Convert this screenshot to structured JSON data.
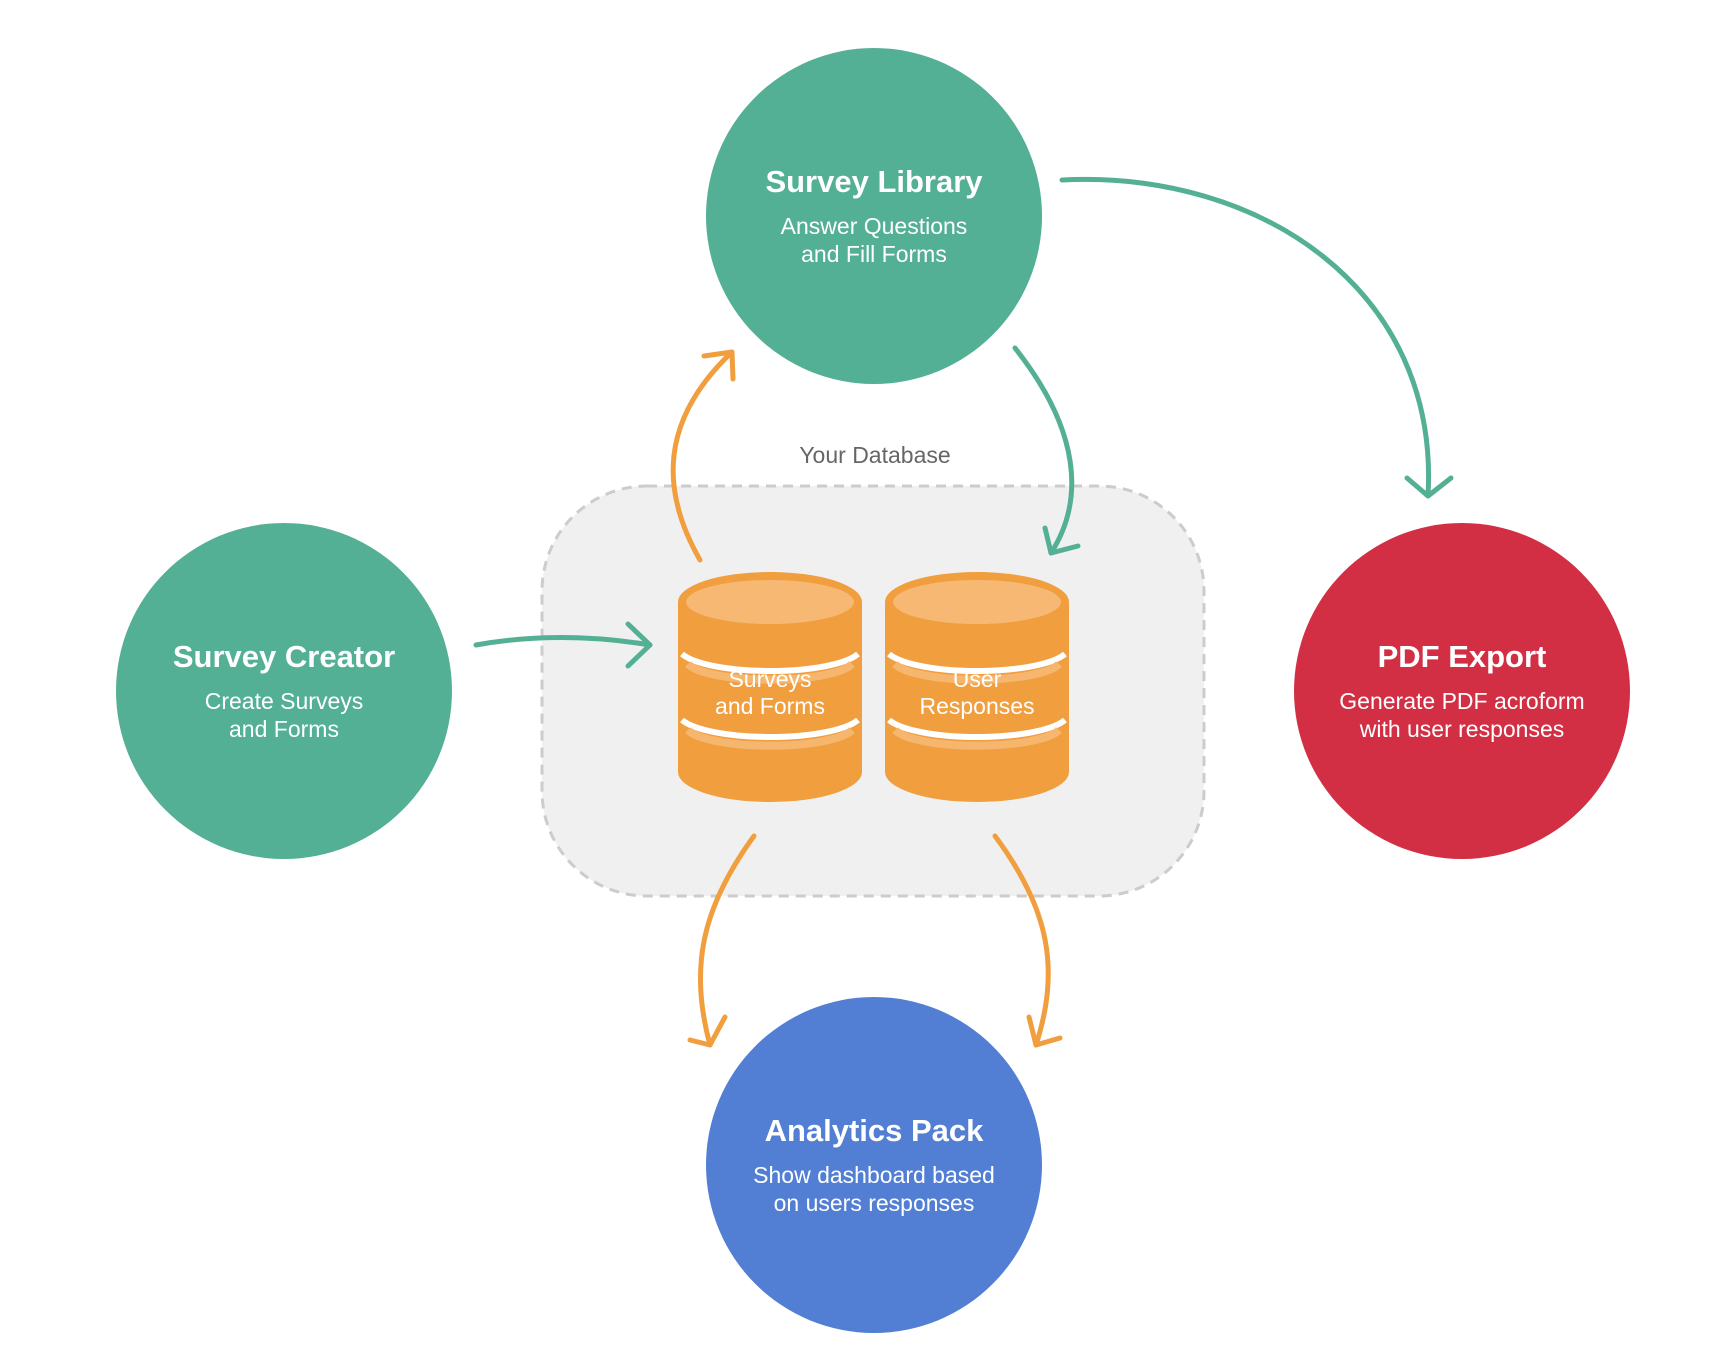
{
  "colors": {
    "teal": "#54b095",
    "red": "#d22f44",
    "blue": "#527fd4",
    "orange": "#f09e3e",
    "orange_light": "#f6b873",
    "db_area_fill": "#f0f0f0",
    "db_area_border": "#cccccc",
    "muted_text": "#666666"
  },
  "database_area": {
    "label": "Your Database"
  },
  "nodes": {
    "survey_library": {
      "title": "Survey Library",
      "description": "Answer Questions\nand Fill Forms"
    },
    "survey_creator": {
      "title": "Survey Creator",
      "description": "Create Surveys\nand Forms"
    },
    "pdf_export": {
      "title": "PDF Export",
      "description": "Generate PDF acroform\nwith user responses"
    },
    "analytics_pack": {
      "title": "Analytics Pack",
      "description": "Show dashboard based\non users responses"
    }
  },
  "databases": {
    "surveys_forms": {
      "label": "Surveys\nand Forms"
    },
    "user_responses": {
      "label": "User\nResponses"
    }
  },
  "icons": {
    "database": "database-cylinder-icon",
    "arrow": "curved-arrow-icon"
  }
}
